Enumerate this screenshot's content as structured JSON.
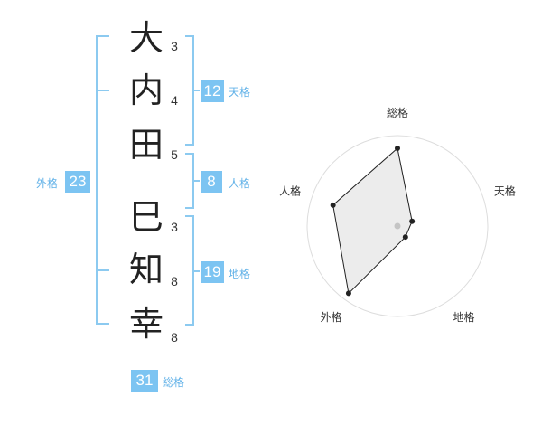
{
  "name": {
    "characters": [
      {
        "char": "大",
        "strokes": "3"
      },
      {
        "char": "内",
        "strokes": "4"
      },
      {
        "char": "田",
        "strokes": "5"
      },
      {
        "char": "巳",
        "strokes": "3"
      },
      {
        "char": "知",
        "strokes": "8"
      },
      {
        "char": "幸",
        "strokes": "8"
      }
    ]
  },
  "scores": {
    "tenkaku": {
      "label": "天格",
      "value": "12"
    },
    "jinkaku": {
      "label": "人格",
      "value": "8"
    },
    "chikaku": {
      "label": "地格",
      "value": "19"
    },
    "gaikaku": {
      "label": "外格",
      "value": "23"
    },
    "soukaku": {
      "label": "総格",
      "value": "31"
    }
  },
  "colors": {
    "accent": "#7cc4f2",
    "bracket": "#8ccaf0",
    "label": "#62b2e8"
  },
  "chart_data": {
    "type": "radar",
    "axes": [
      "総格",
      "天格",
      "地格",
      "外格",
      "人格"
    ],
    "values": [
      0.86,
      0.17,
      0.15,
      0.92,
      0.75
    ],
    "rings": 4
  }
}
